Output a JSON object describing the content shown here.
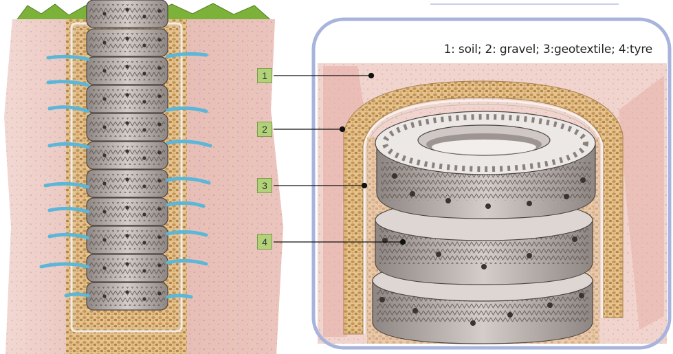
{
  "legend_text": "1: soil; 2: gravel; 3:geotextile; 4:tyre",
  "callouts": [
    {
      "number": "1"
    },
    {
      "number": "2"
    },
    {
      "number": "3"
    },
    {
      "number": "4"
    }
  ],
  "colors": {
    "soil": "#ecc9c2",
    "soil_dark": "#d9a79f",
    "gravel": "#d8b07a",
    "gravel_dark": "#a9804d",
    "tyre": "#c4bcb8",
    "tyre_dark": "#6d6461",
    "water": "#5cb6d8",
    "grass": "#7cb23a",
    "frame": "#a9b4dd",
    "tag": "#b2d27a"
  }
}
